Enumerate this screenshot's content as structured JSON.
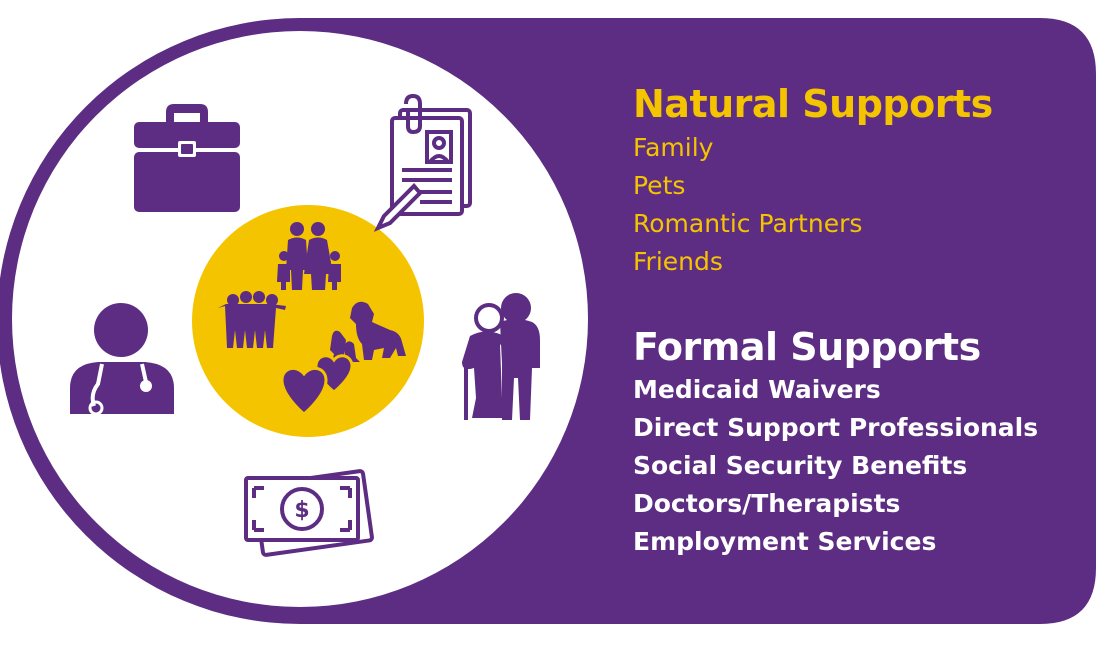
{
  "natural": {
    "title": "Natural Supports",
    "items": [
      "Family",
      "Pets",
      "Romantic Partners",
      "Friends"
    ]
  },
  "formal": {
    "title": "Formal Supports",
    "items": [
      "Medicaid Waivers",
      "Direct Support Professionals",
      "Social Security Benefits",
      "Doctors/Therapists",
      "Employment Services"
    ]
  },
  "colors": {
    "purple": "#5c2d82",
    "yellow": "#f5c400",
    "white": "#ffffff"
  },
  "icons": [
    "briefcase-icon",
    "resume-icon",
    "doctor-icon",
    "elderly-couple-icon",
    "money-icon",
    "family-icon",
    "friends-icon",
    "pets-icon",
    "hearts-icon"
  ]
}
